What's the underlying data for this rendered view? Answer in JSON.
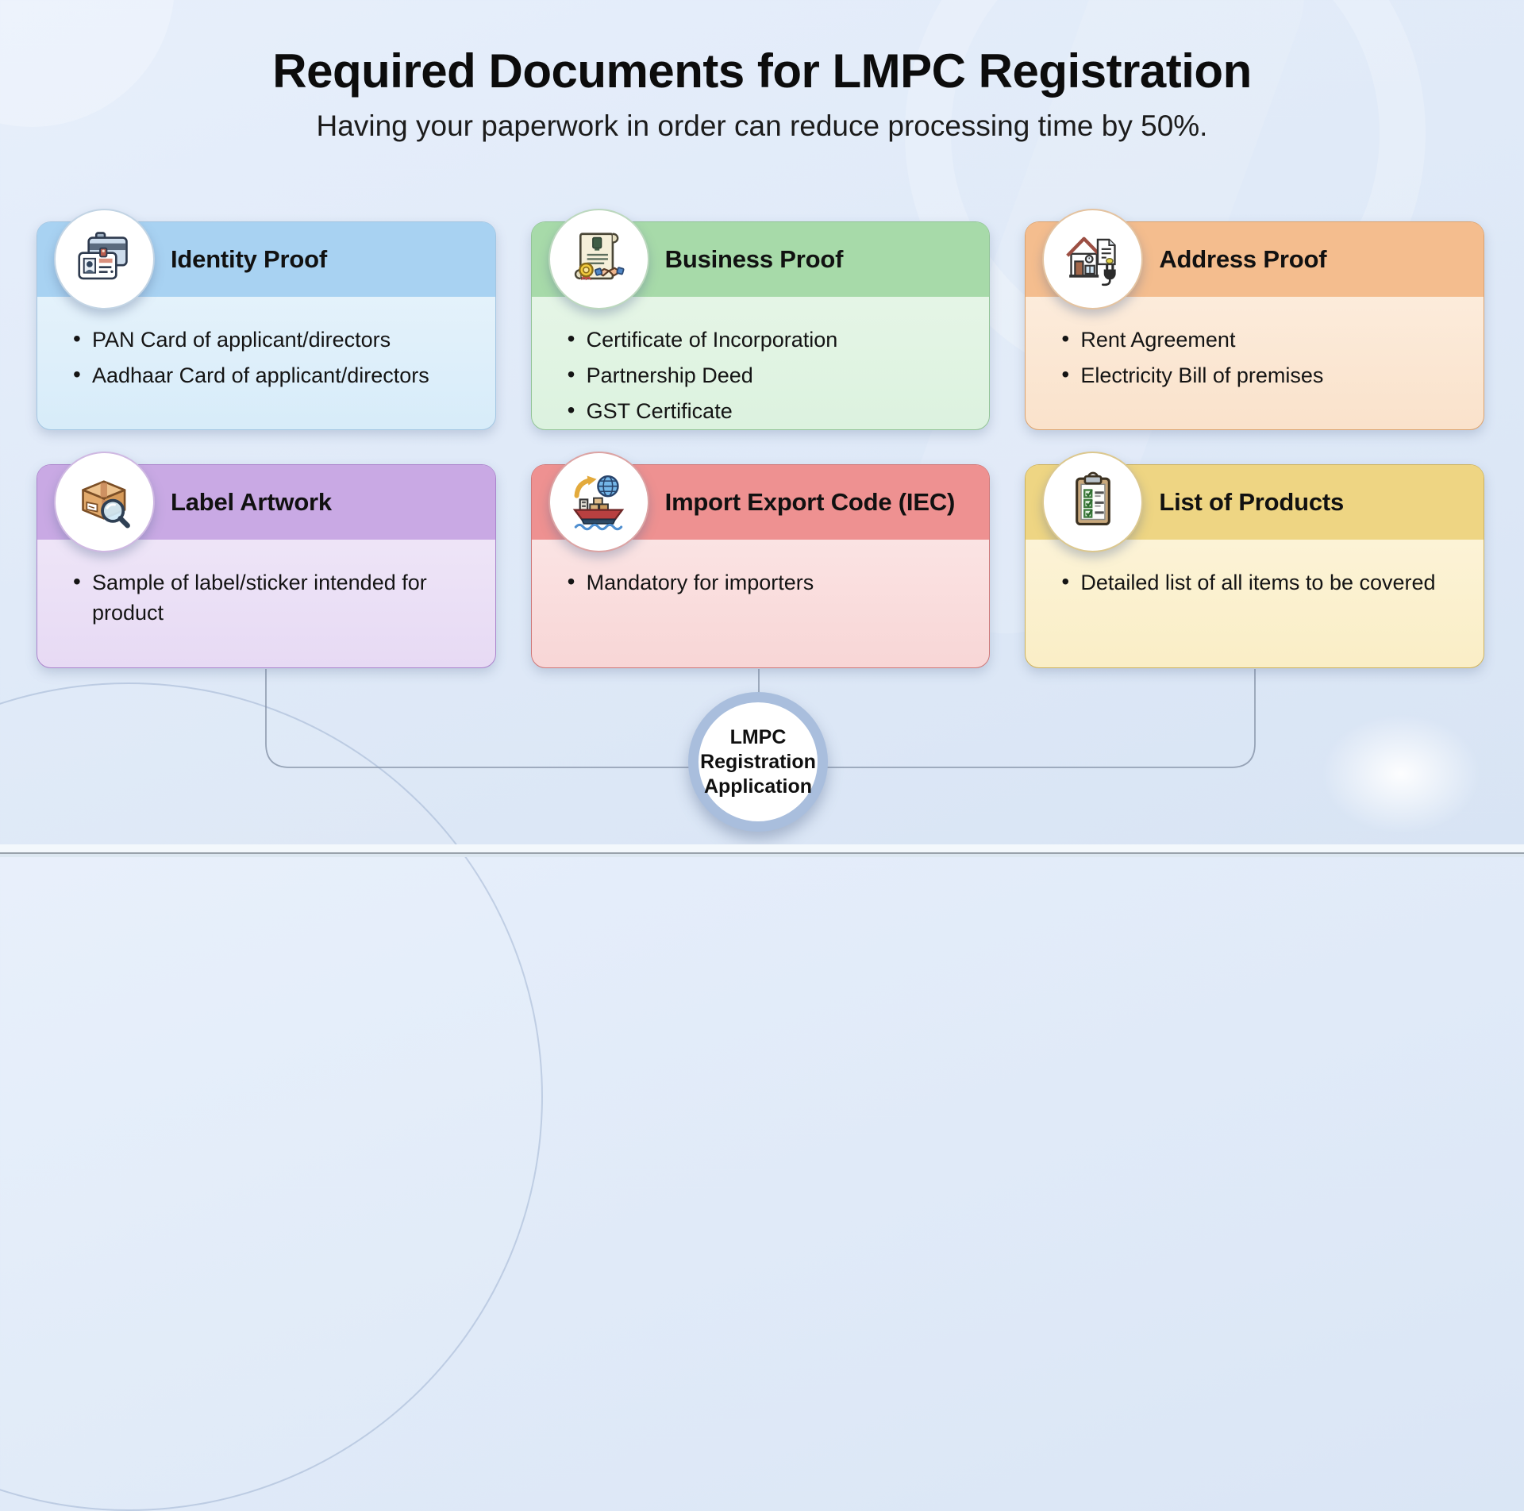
{
  "page": {
    "title": "Required Documents for LMPC Registration",
    "subtitle": "Having your paperwork in order can reduce processing time by 50%."
  },
  "cards": [
    {
      "id": "identity-proof",
      "title": "Identity Proof",
      "icon": "id-cards-icon",
      "bullets": [
        "PAN Card of applicant/directors",
        "Aadhaar Card of applicant/directors"
      ],
      "theme": {
        "header": "#a8d2f2",
        "body_top": "#ebf5fc",
        "body_bottom": "#d7ecf9",
        "border": "#a3c6e2",
        "ring": "#c2d4e4"
      }
    },
    {
      "id": "business-proof",
      "title": "Business Proof",
      "icon": "certificate-handshake-icon",
      "bullets": [
        "Certificate of Incorporation",
        "Partnership Deed",
        "GST Certificate"
      ],
      "theme": {
        "header": "#a7daa9",
        "body_top": "#eaf7ea",
        "body_bottom": "#dcf2df",
        "border": "#92c496",
        "ring": "#bcd8be"
      }
    },
    {
      "id": "address-proof",
      "title": "Address Proof",
      "icon": "house-utility-icon",
      "bullets": [
        "Rent Agreement",
        "Electricity Bill of premises"
      ],
      "theme": {
        "header": "#f4bd8e",
        "body_top": "#fdf1e4",
        "body_bottom": "#fae2cb",
        "border": "#dba26e",
        "ring": "#e4c3a0"
      }
    },
    {
      "id": "label-artwork",
      "title": "Label Artwork",
      "icon": "package-magnifier-icon",
      "bullets": [
        "Sample of label/sticker intended for product"
      ],
      "theme": {
        "header": "#c9a9e4",
        "body_top": "#f2ebf9",
        "body_bottom": "#e7daf4",
        "border": "#ab84cc",
        "ring": "#cfb8e2"
      }
    },
    {
      "id": "import-export-code",
      "title": "Import Export Code (IEC)",
      "icon": "cargo-ship-globe-icon",
      "bullets": [
        "Mandatory for importers"
      ],
      "theme": {
        "header": "#ee9191",
        "body_top": "#fcebeb",
        "body_bottom": "#f8d6d6",
        "border": "#cf7777",
        "ring": "#dca3a3"
      }
    },
    {
      "id": "list-of-products",
      "title": "List of Products",
      "icon": "clipboard-checklist-icon",
      "bullets": [
        "Detailed list of all items to be covered"
      ],
      "theme": {
        "header": "#eed583",
        "body_top": "#fdf6e0",
        "body_bottom": "#faeec6",
        "border": "#cdb25e",
        "ring": "#dcc88e"
      }
    }
  ],
  "center_node": {
    "lines": [
      "LMPC",
      "Registration",
      "Application"
    ],
    "ring_color": "#a9bedd"
  },
  "colors": {
    "background": "#dfe9f7",
    "connector": "#8a96aa",
    "title_text": "#0c0c0c",
    "bottom_line": "#99a2ab"
  }
}
